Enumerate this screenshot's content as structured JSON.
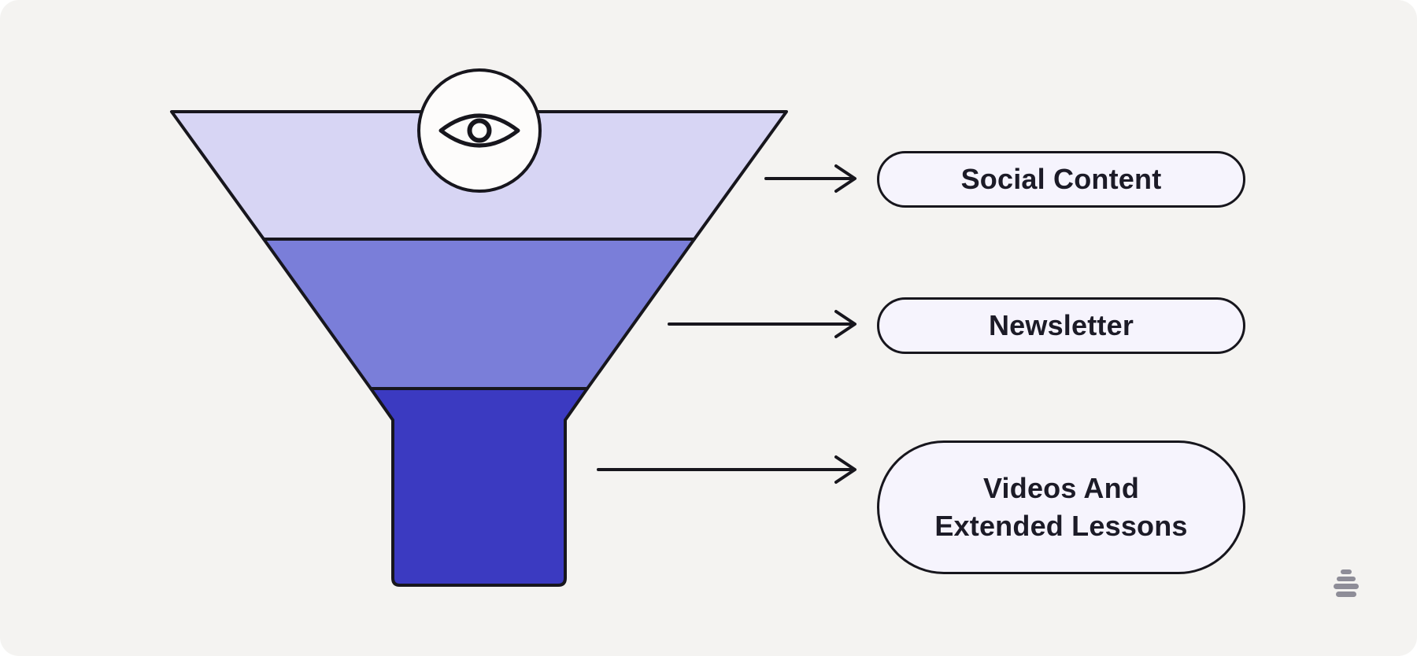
{
  "colors": {
    "background": "#f4f3f1",
    "funnel_top": "#d7d5f4",
    "funnel_middle": "#7a7ed9",
    "funnel_bottom": "#3b3ac1",
    "pill_fill": "#f6f4fd",
    "icon_fill": "#fdfcfb",
    "stroke": "#17161d",
    "text": "#1c1b27",
    "logo": "#8e8d98"
  },
  "icons": {
    "eye": "eye-icon",
    "watermark": "beehiiv-hive-icon"
  },
  "labels": [
    {
      "text": "Social Content"
    },
    {
      "text": "Newsletter"
    },
    {
      "text": "Videos And Extended Lessons"
    }
  ]
}
